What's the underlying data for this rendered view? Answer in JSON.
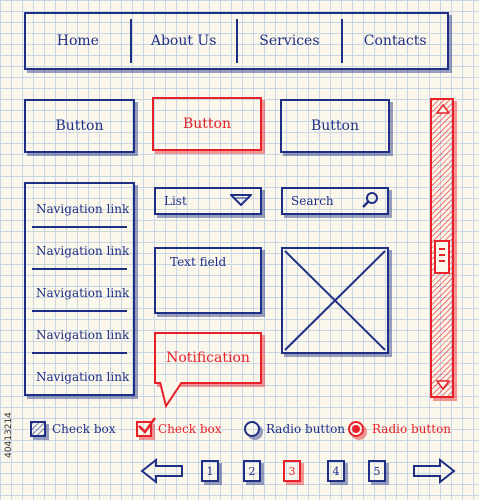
{
  "nav": {
    "items": [
      "Home",
      "About Us",
      "Services",
      "Contacts"
    ]
  },
  "buttons": {
    "button1": "Button",
    "button2": "Button",
    "button3": "Button"
  },
  "sidebar": {
    "links": [
      "Navigation link",
      "Navigation link",
      "Navigation link",
      "Navigation link",
      "Navigation link"
    ]
  },
  "list": {
    "label": "List"
  },
  "search": {
    "placeholder": "Search"
  },
  "textfield": {
    "label": "Text field"
  },
  "notification": {
    "text": "Notification"
  },
  "controls": {
    "checkbox1": "Check box",
    "checkbox2": "Check box",
    "radio1": "Radio button",
    "radio2": "Radio button"
  },
  "pagination": {
    "pages": [
      "1",
      "2",
      "3",
      "4",
      "5"
    ],
    "current": "3"
  },
  "watermark": "40413214",
  "colors": {
    "ink_blue": "#1f2f86",
    "ink_red": "#e8202a",
    "paper": "#fbf7ea",
    "grid": "#c9d6e6"
  }
}
